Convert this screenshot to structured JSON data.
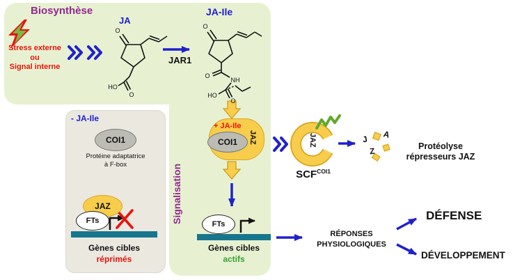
{
  "colors": {
    "panel_green": "#e7f1d2",
    "box_gray": "#ebe8e0",
    "purple": "#93278f",
    "blue": "#2020cc",
    "red": "#e8130c",
    "yellow": "#f7cd4b",
    "yellow_border": "#d9a41f",
    "teal": "#17768d",
    "green_text": "#3aa035"
  },
  "biosynthesis": {
    "title": "Biosynthèse",
    "stress": [
      "Stress externe",
      "ou",
      "Signal interne"
    ],
    "ja": {
      "label": "JA",
      "atoms": {
        "ketone_o": "O",
        "ho": "HO",
        "acid_o": "O"
      }
    },
    "jar1": "JAR1",
    "jaile": {
      "label": "JA-Ile",
      "atoms": {
        "ketone_o": "O",
        "amide_o": "O",
        "nh": "NH",
        "ho": "HO",
        "acid_o": "O"
      }
    }
  },
  "signaling": {
    "title": "Signalisation",
    "plus_jaile": "+ JA-Ile",
    "coi1": "COI1",
    "jaz": "JAZ",
    "fts": "FTs",
    "genes": "Gènes cibles",
    "state": "actifs"
  },
  "repressed": {
    "minus_jaile": "- JA-Ile",
    "coi1": "COI1",
    "desc": [
      "Protéine adaptatrice",
      "à F-box"
    ],
    "jaz": "JAZ",
    "fts": "FTs",
    "genes": "Gènes cibles",
    "state": "réprimés"
  },
  "degradation": {
    "scf": "SCF",
    "scf_sup": "COI1",
    "jaz": "JAZ",
    "debris": [
      "J",
      "A",
      "Z"
    ],
    "caption": [
      "Protéolyse",
      "répresseurs JAZ"
    ]
  },
  "responses": {
    "label": [
      "RÉPONSES",
      "PHYSIOLOGIQUES"
    ],
    "defense": "DÉFENSE",
    "development": "DÉVELOPPEMENT"
  }
}
